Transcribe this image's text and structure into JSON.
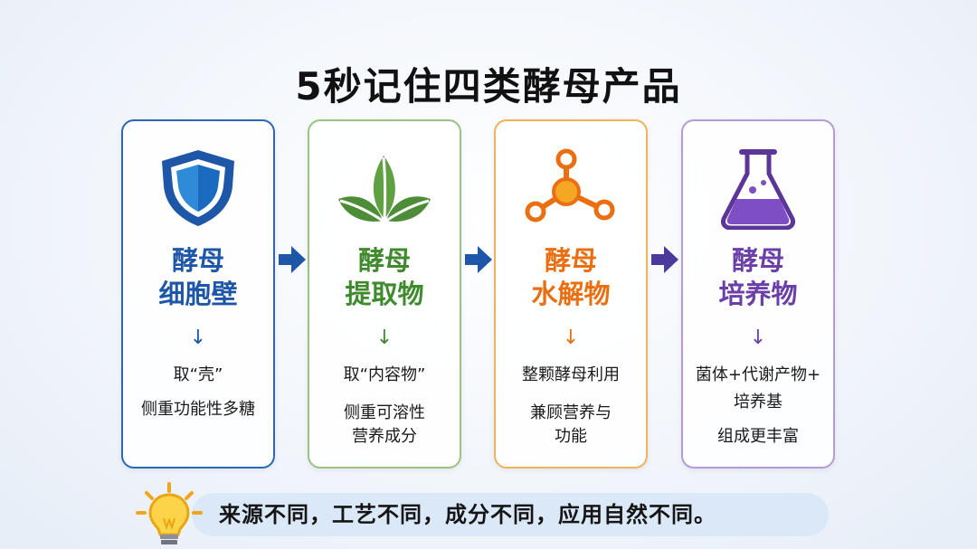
{
  "title": "5秒记住四类酵母产品",
  "cards": [
    {
      "line1": "酵母",
      "line2": "细胞壁",
      "arrow": "↓",
      "desc": [
        "取“壳”",
        "侧重功能性多糖"
      ],
      "icon": "shield-icon",
      "color": "#1f57a8"
    },
    {
      "line1": "酵母",
      "line2": "提取物",
      "arrow": "↓",
      "desc": [
        "取“内容物”",
        "侧重可溶性",
        "营养成分"
      ],
      "icon": "leaf-icon",
      "color": "#3e8a2d"
    },
    {
      "line1": "酵母",
      "line2": "水解物",
      "arrow": "↓",
      "desc": [
        "整颗酵母利用",
        "兼顾营养与",
        "功能"
      ],
      "icon": "molecule-icon",
      "color": "#ea6f13"
    },
    {
      "line1": "酵母",
      "line2": "培养物",
      "arrow": "↓",
      "desc": [
        "菌体+代谢产物+",
        "培养基",
        "组成更丰富"
      ],
      "icon": "flask-icon",
      "color": "#6a3fa7"
    }
  ],
  "footer": {
    "text": "来源不同，工艺不同，成分不同，应用自然不同。",
    "icon": "lightbulb-icon"
  }
}
